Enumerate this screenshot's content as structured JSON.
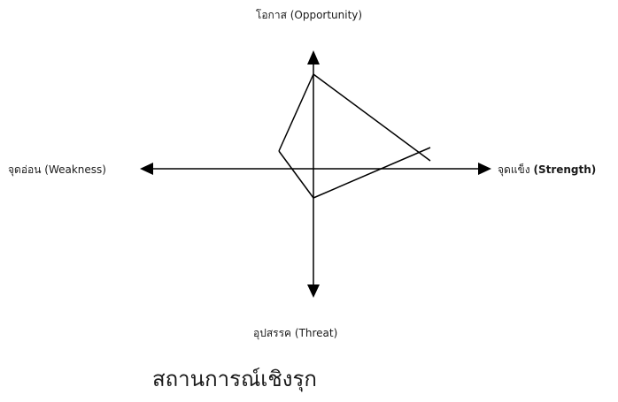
{
  "labels": {
    "top": "โอกาส (Opportunity)",
    "left": "จุดอ่อน (Weakness)",
    "right_thai": "จุดแข็ง",
    "right_english": "(Strength)",
    "bottom": "อุปสรรค (Threat)"
  },
  "caption": "สถานการณ์เชิงรุก",
  "colors": {
    "stroke": "#000000",
    "text": "#1a1a1a",
    "background": "#ffffff"
  }
}
